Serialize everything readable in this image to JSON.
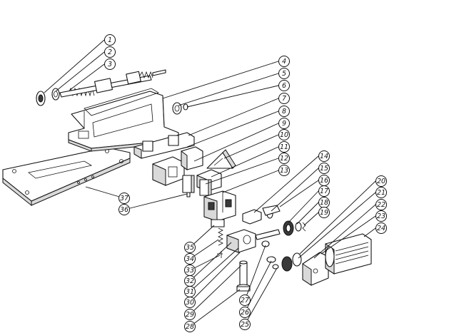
{
  "callouts": [
    {
      "label": "1"
    },
    {
      "label": "2"
    },
    {
      "label": "3"
    },
    {
      "label": "4"
    },
    {
      "label": "5"
    },
    {
      "label": "6"
    },
    {
      "label": "7"
    },
    {
      "label": "8"
    },
    {
      "label": "9"
    },
    {
      "label": "10"
    },
    {
      "label": "11"
    },
    {
      "label": "12"
    },
    {
      "label": "13"
    },
    {
      "label": "14"
    },
    {
      "label": "15"
    },
    {
      "label": "16"
    },
    {
      "label": "17"
    },
    {
      "label": "18"
    },
    {
      "label": "19"
    },
    {
      "label": "20"
    },
    {
      "label": "21"
    },
    {
      "label": "22"
    },
    {
      "label": "23"
    },
    {
      "label": "24"
    },
    {
      "label": "25"
    },
    {
      "label": "26"
    },
    {
      "label": "27"
    },
    {
      "label": "28"
    },
    {
      "label": "29"
    },
    {
      "label": "30"
    },
    {
      "label": "31"
    },
    {
      "label": "32"
    },
    {
      "label": "33"
    },
    {
      "label": "34"
    },
    {
      "label": "35"
    },
    {
      "label": "36"
    },
    {
      "label": "37"
    }
  ]
}
